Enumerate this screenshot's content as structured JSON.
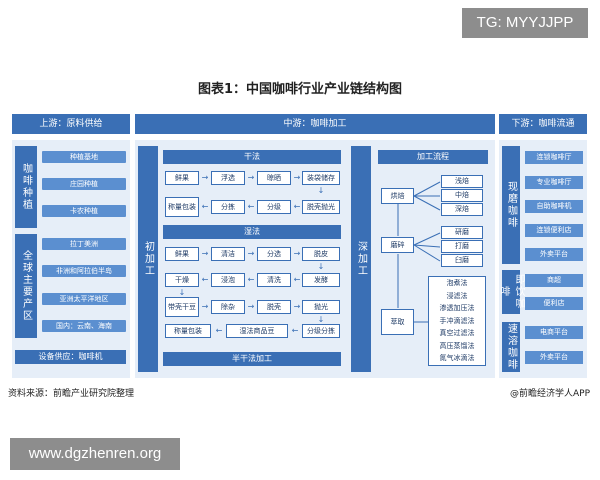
{
  "watermark_top": "TG: MYYJJPP",
  "watermark_bottom": "www.dgzhenren.org",
  "title": "图表1：中国咖啡行业产业链结构图",
  "headers": {
    "upstream": "上游：原料供给",
    "midstream": "中游：咖啡加工",
    "downstream": "下游：咖啡流通"
  },
  "upstream": {
    "plant_label": "咖啡种植",
    "plant_items": [
      "种植基地",
      "庄园种植",
      "卡农种植"
    ],
    "region_label": "全球主要产区",
    "region_items": [
      "拉丁美洲",
      "非洲和阿拉伯半岛",
      "亚洲太平洋地区",
      "国内：云南、海南"
    ],
    "equipment": "设备供应：咖啡机"
  },
  "primary": {
    "label": "初加工",
    "dry_title": "干法",
    "dry_row1": [
      "鲜果",
      "浮选",
      "晾晒",
      "装袋储存"
    ],
    "dry_row2": [
      "称量包装",
      "分拣",
      "分级",
      "脱壳抛光"
    ],
    "wet_title": "湿法",
    "wet_row1": [
      "鲜果",
      "清洁",
      "分选",
      "脱皮"
    ],
    "wet_row2": [
      "干燥",
      "浸泡",
      "清洗",
      "发酵"
    ],
    "wet_row3": [
      "带壳干豆",
      "除杂",
      "脱壳",
      "抛光"
    ],
    "wet_row4": [
      "称量包装",
      "湿法商品豆",
      "分级分拣"
    ],
    "semi": "半干法加工"
  },
  "deep": {
    "label": "深加工",
    "flow_title": "加工流程",
    "roast": "烘焙",
    "roast_levels": [
      "浅焙",
      "中焙",
      "深焙"
    ],
    "grind": "磨碎",
    "grind_levels": [
      "研磨",
      "打磨",
      "臼磨"
    ],
    "extract": "萃取",
    "extract_methods": [
      "泡煮法",
      "浸滤法",
      "渗透加压法",
      "手冲滴滤法",
      "真空过滤法",
      "高压蒸馏法",
      "氮气冰滴法"
    ]
  },
  "downstream": {
    "fresh_label": "现磨咖啡",
    "fresh_items": [
      "连锁咖啡厅",
      "专业咖啡厅",
      "自助咖啡机",
      "连锁便利店",
      "外卖平台"
    ],
    "rtd_label": "即饮咖啡",
    "rtd_items": [
      "商超",
      "便利店"
    ],
    "instant_label": "速溶咖啡",
    "instant_items": [
      "电商平台",
      "外卖平台"
    ]
  },
  "source": "资料来源：前瞻产业研究院整理",
  "credit": "@前瞻经济学人APP",
  "colors": {
    "primary": "#3a6fb5",
    "light": "#5b8fd0",
    "zone": "#e6eef8"
  }
}
